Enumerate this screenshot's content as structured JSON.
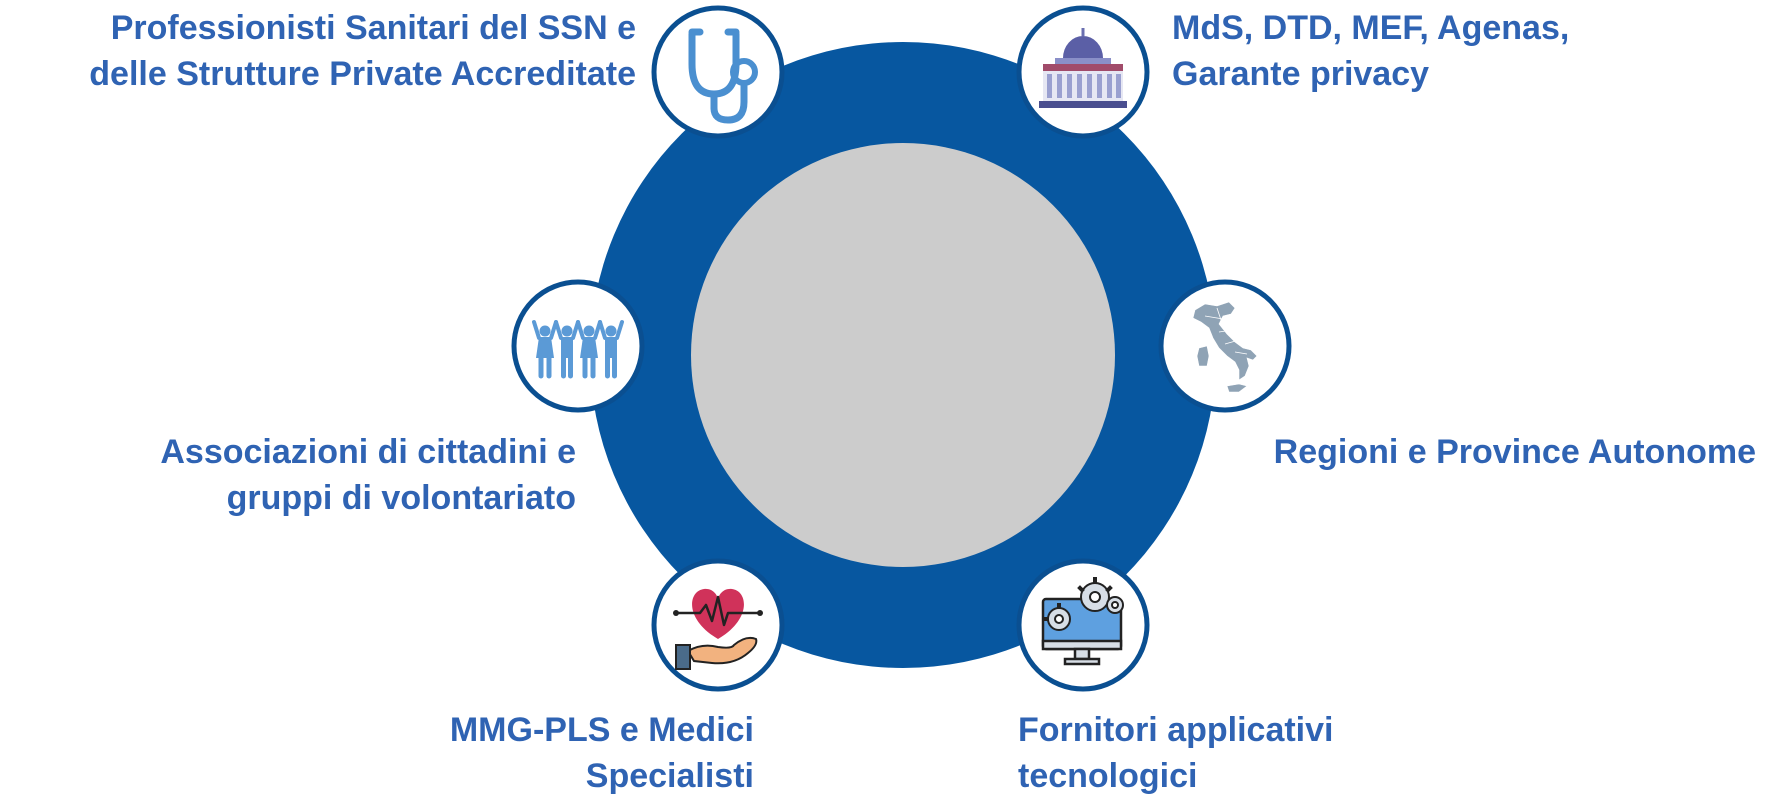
{
  "colors": {
    "ring": "#0757a0",
    "center": "#cccccc",
    "node_border": "#0a4f91",
    "node_fill": "#ffffff",
    "label_text": "#2f63b3"
  },
  "stakeholders": [
    {
      "id": "professionisti",
      "icon": "stethoscope-icon",
      "lines": [
        "Professionisti Sanitari del SSN e",
        "delle Strutture Private Accreditate"
      ]
    },
    {
      "id": "ministeri",
      "icon": "government-building-icon",
      "lines": [
        "MdS, DTD, MEF, Agenas,",
        "Garante privacy"
      ]
    },
    {
      "id": "associazioni",
      "icon": "people-group-icon",
      "lines": [
        "Associazioni di cittadini e",
        "gruppi di volontariato"
      ]
    },
    {
      "id": "regioni",
      "icon": "italy-map-icon",
      "lines": [
        "Regioni e Province Autonome"
      ]
    },
    {
      "id": "medici",
      "icon": "heart-in-hand-icon",
      "lines": [
        "MMG-PLS e Medici",
        "Specialisti"
      ]
    },
    {
      "id": "fornitori",
      "icon": "computer-gears-icon",
      "lines": [
        "Fornitori applicativi",
        "tecnologici"
      ]
    }
  ]
}
